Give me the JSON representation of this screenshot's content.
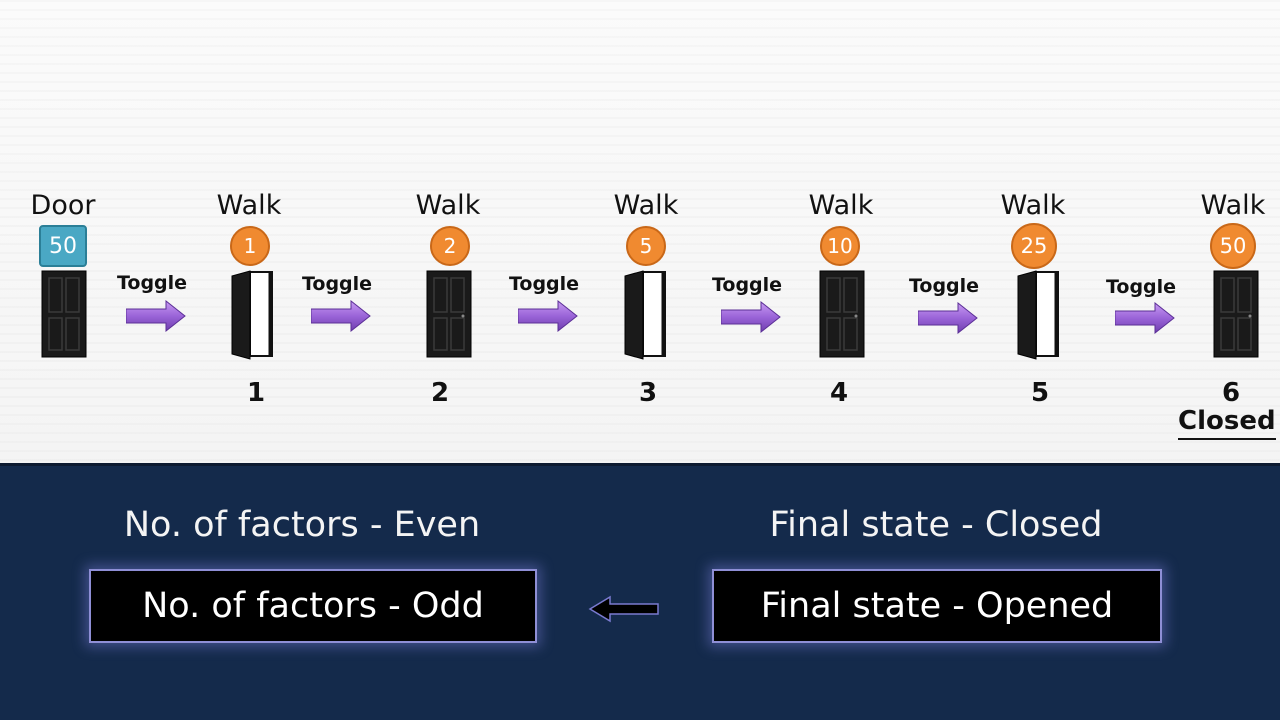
{
  "door_label": "Door",
  "door_number": "50",
  "walk_label": "Walk",
  "toggle_label": "Toggle",
  "walks": [
    {
      "value": "1",
      "step": "1",
      "door_state": "open"
    },
    {
      "value": "2",
      "step": "2",
      "door_state": "closed"
    },
    {
      "value": "5",
      "step": "3",
      "door_state": "open"
    },
    {
      "value": "10",
      "step": "4",
      "door_state": "closed"
    },
    {
      "value": "25",
      "step": "5",
      "door_state": "open"
    },
    {
      "value": "50",
      "step": "6",
      "door_state": "closed"
    }
  ],
  "final_label": "Closed",
  "summary": {
    "top_left": "No. of factors - Even",
    "top_right": "Final state - Closed",
    "box_left": "No. of factors - Odd",
    "box_right": "Final state - Opened",
    "arrow_icon": "left-arrow-icon"
  },
  "colors": {
    "badge": "#f08a30",
    "door_badge": "#4aa8c4",
    "arrow": "#9a64d8",
    "panel": "#142a4b"
  }
}
